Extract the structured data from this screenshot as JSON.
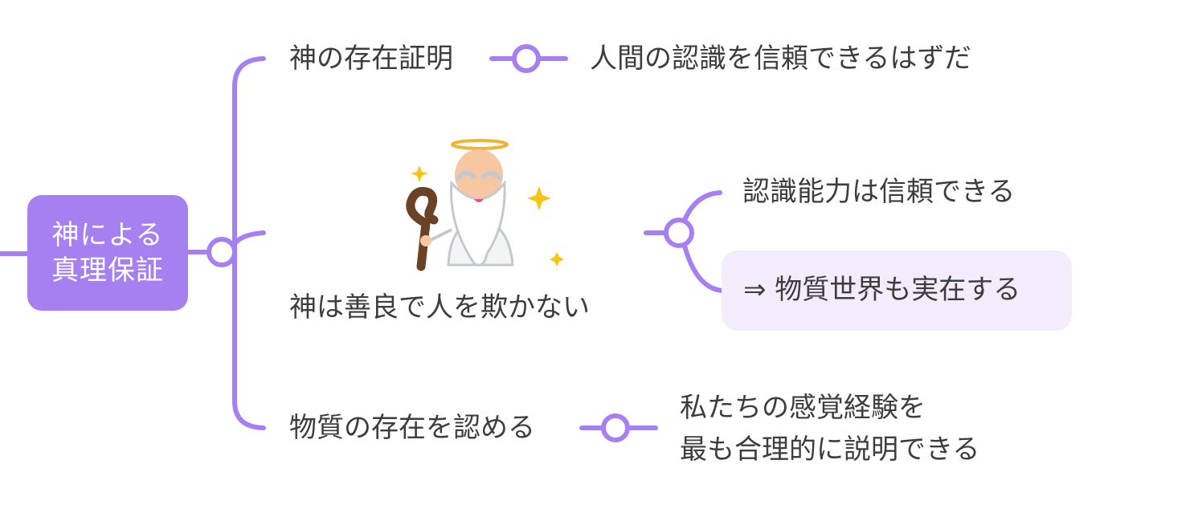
{
  "colors": {
    "accent": "#a67ff0",
    "highlight_bg": "#f3ecfd",
    "text": "#3d3d3d"
  },
  "root": {
    "line1": "神による",
    "line2": "真理保証"
  },
  "branches": [
    {
      "label": "神の存在証明",
      "child": "人間の認識を信頼できるはずだ"
    },
    {
      "label": "神は善良で人を欺かない",
      "children": [
        "認識能力は信頼できる",
        "⇒ 物質世界も実在する"
      ],
      "illustration": "old-god-with-halo-and-staff"
    },
    {
      "label": "物質の存在を認める",
      "child_line1": "私たちの感覚経験を",
      "child_line2": "最も合理的に説明できる"
    }
  ]
}
